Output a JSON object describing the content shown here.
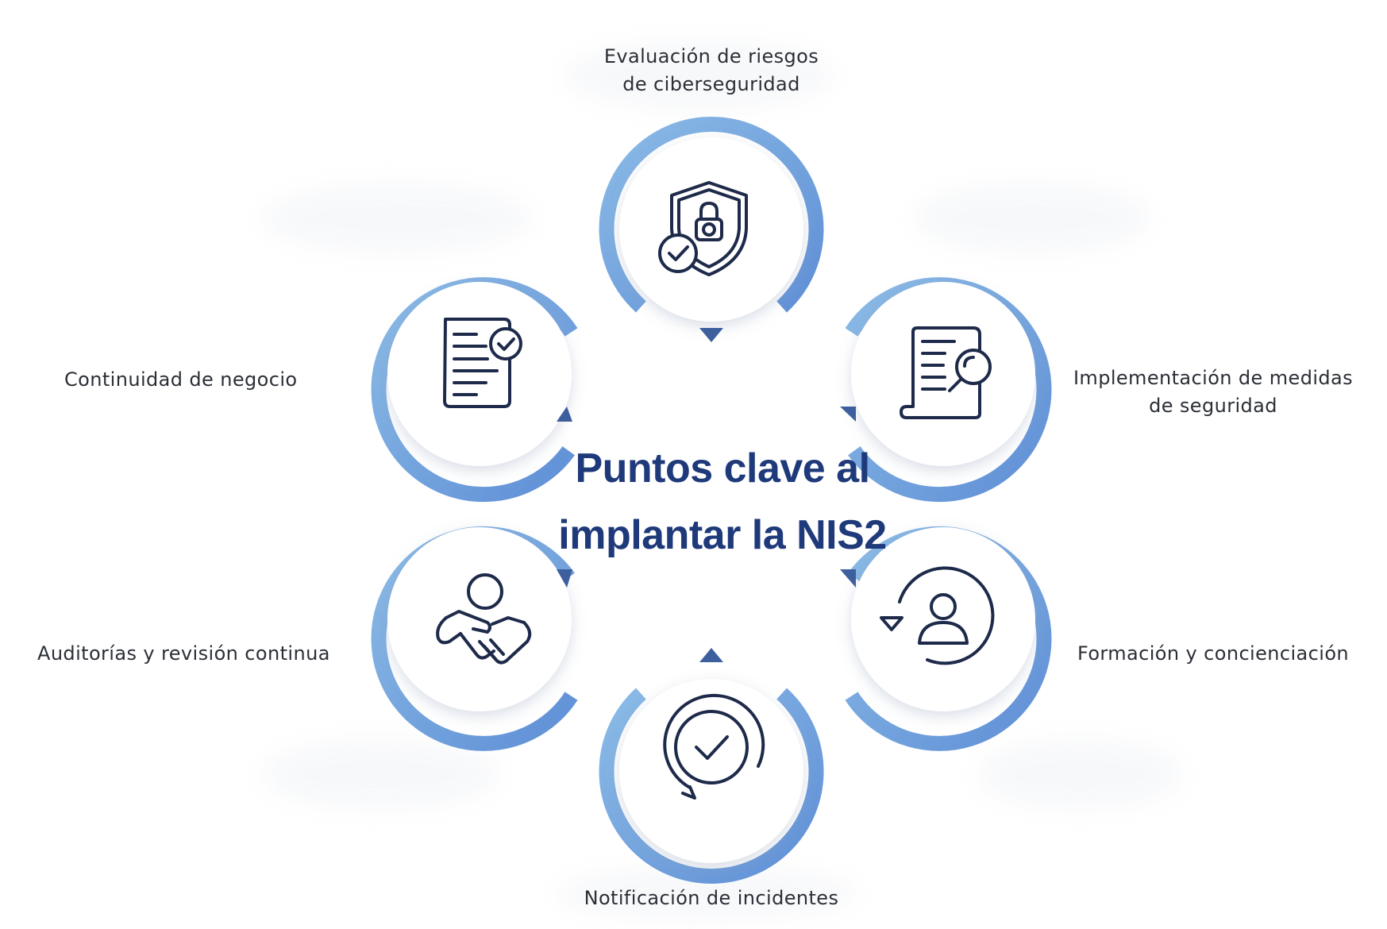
{
  "title": {
    "line1": "Puntos clave al",
    "line2": "implantar la NIS2"
  },
  "colors": {
    "ring": "#6ea2dc",
    "ring_light": "#8bb9e6",
    "icon": "#1e2a4a",
    "title": "#1f3a7a",
    "arrow": "#3d5f9e",
    "label": "#2b2f36"
  },
  "nodes": [
    {
      "id": "risk",
      "icon": "shield-lock-check-icon",
      "label_lines": [
        "Evaluación de riesgos",
        "de ciberseguridad"
      ]
    },
    {
      "id": "measures",
      "icon": "document-search-icon",
      "label_lines": [
        "Implementación de medidas",
        "de seguridad"
      ]
    },
    {
      "id": "training",
      "icon": "user-cycle-icon",
      "label_lines": [
        "Formación y concienciación"
      ]
    },
    {
      "id": "incidents",
      "icon": "circular-check-icon",
      "label_lines": [
        "Notificación de incidentes"
      ]
    },
    {
      "id": "audits",
      "icon": "handshake-icon",
      "label_lines": [
        "Auditorías y revisión continua"
      ]
    },
    {
      "id": "continuity",
      "icon": "document-check-icon",
      "label_lines": [
        "Continuidad de negocio"
      ]
    }
  ]
}
